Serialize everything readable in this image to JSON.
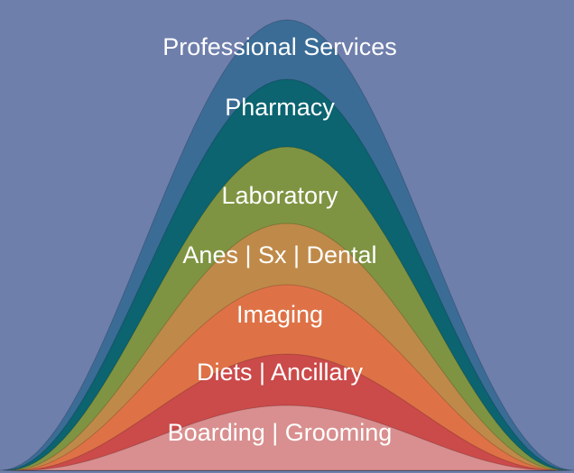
{
  "diagram": {
    "background_color": "#6f7fac",
    "layers": [
      {
        "label": "Professional Services",
        "color": "#3a6c96"
      },
      {
        "label": "Pharmacy",
        "color": "#0b6470"
      },
      {
        "label": "Laboratory",
        "color": "#7f9442"
      },
      {
        "label": "Anes | Sx | Dental",
        "color": "#bf8a49"
      },
      {
        "label": "Imaging",
        "color": "#de7246"
      },
      {
        "label": "Diets | Ancillary",
        "color": "#cb4a4a"
      },
      {
        "label": "Boarding | Grooming",
        "color": "#d98f8f"
      }
    ]
  }
}
